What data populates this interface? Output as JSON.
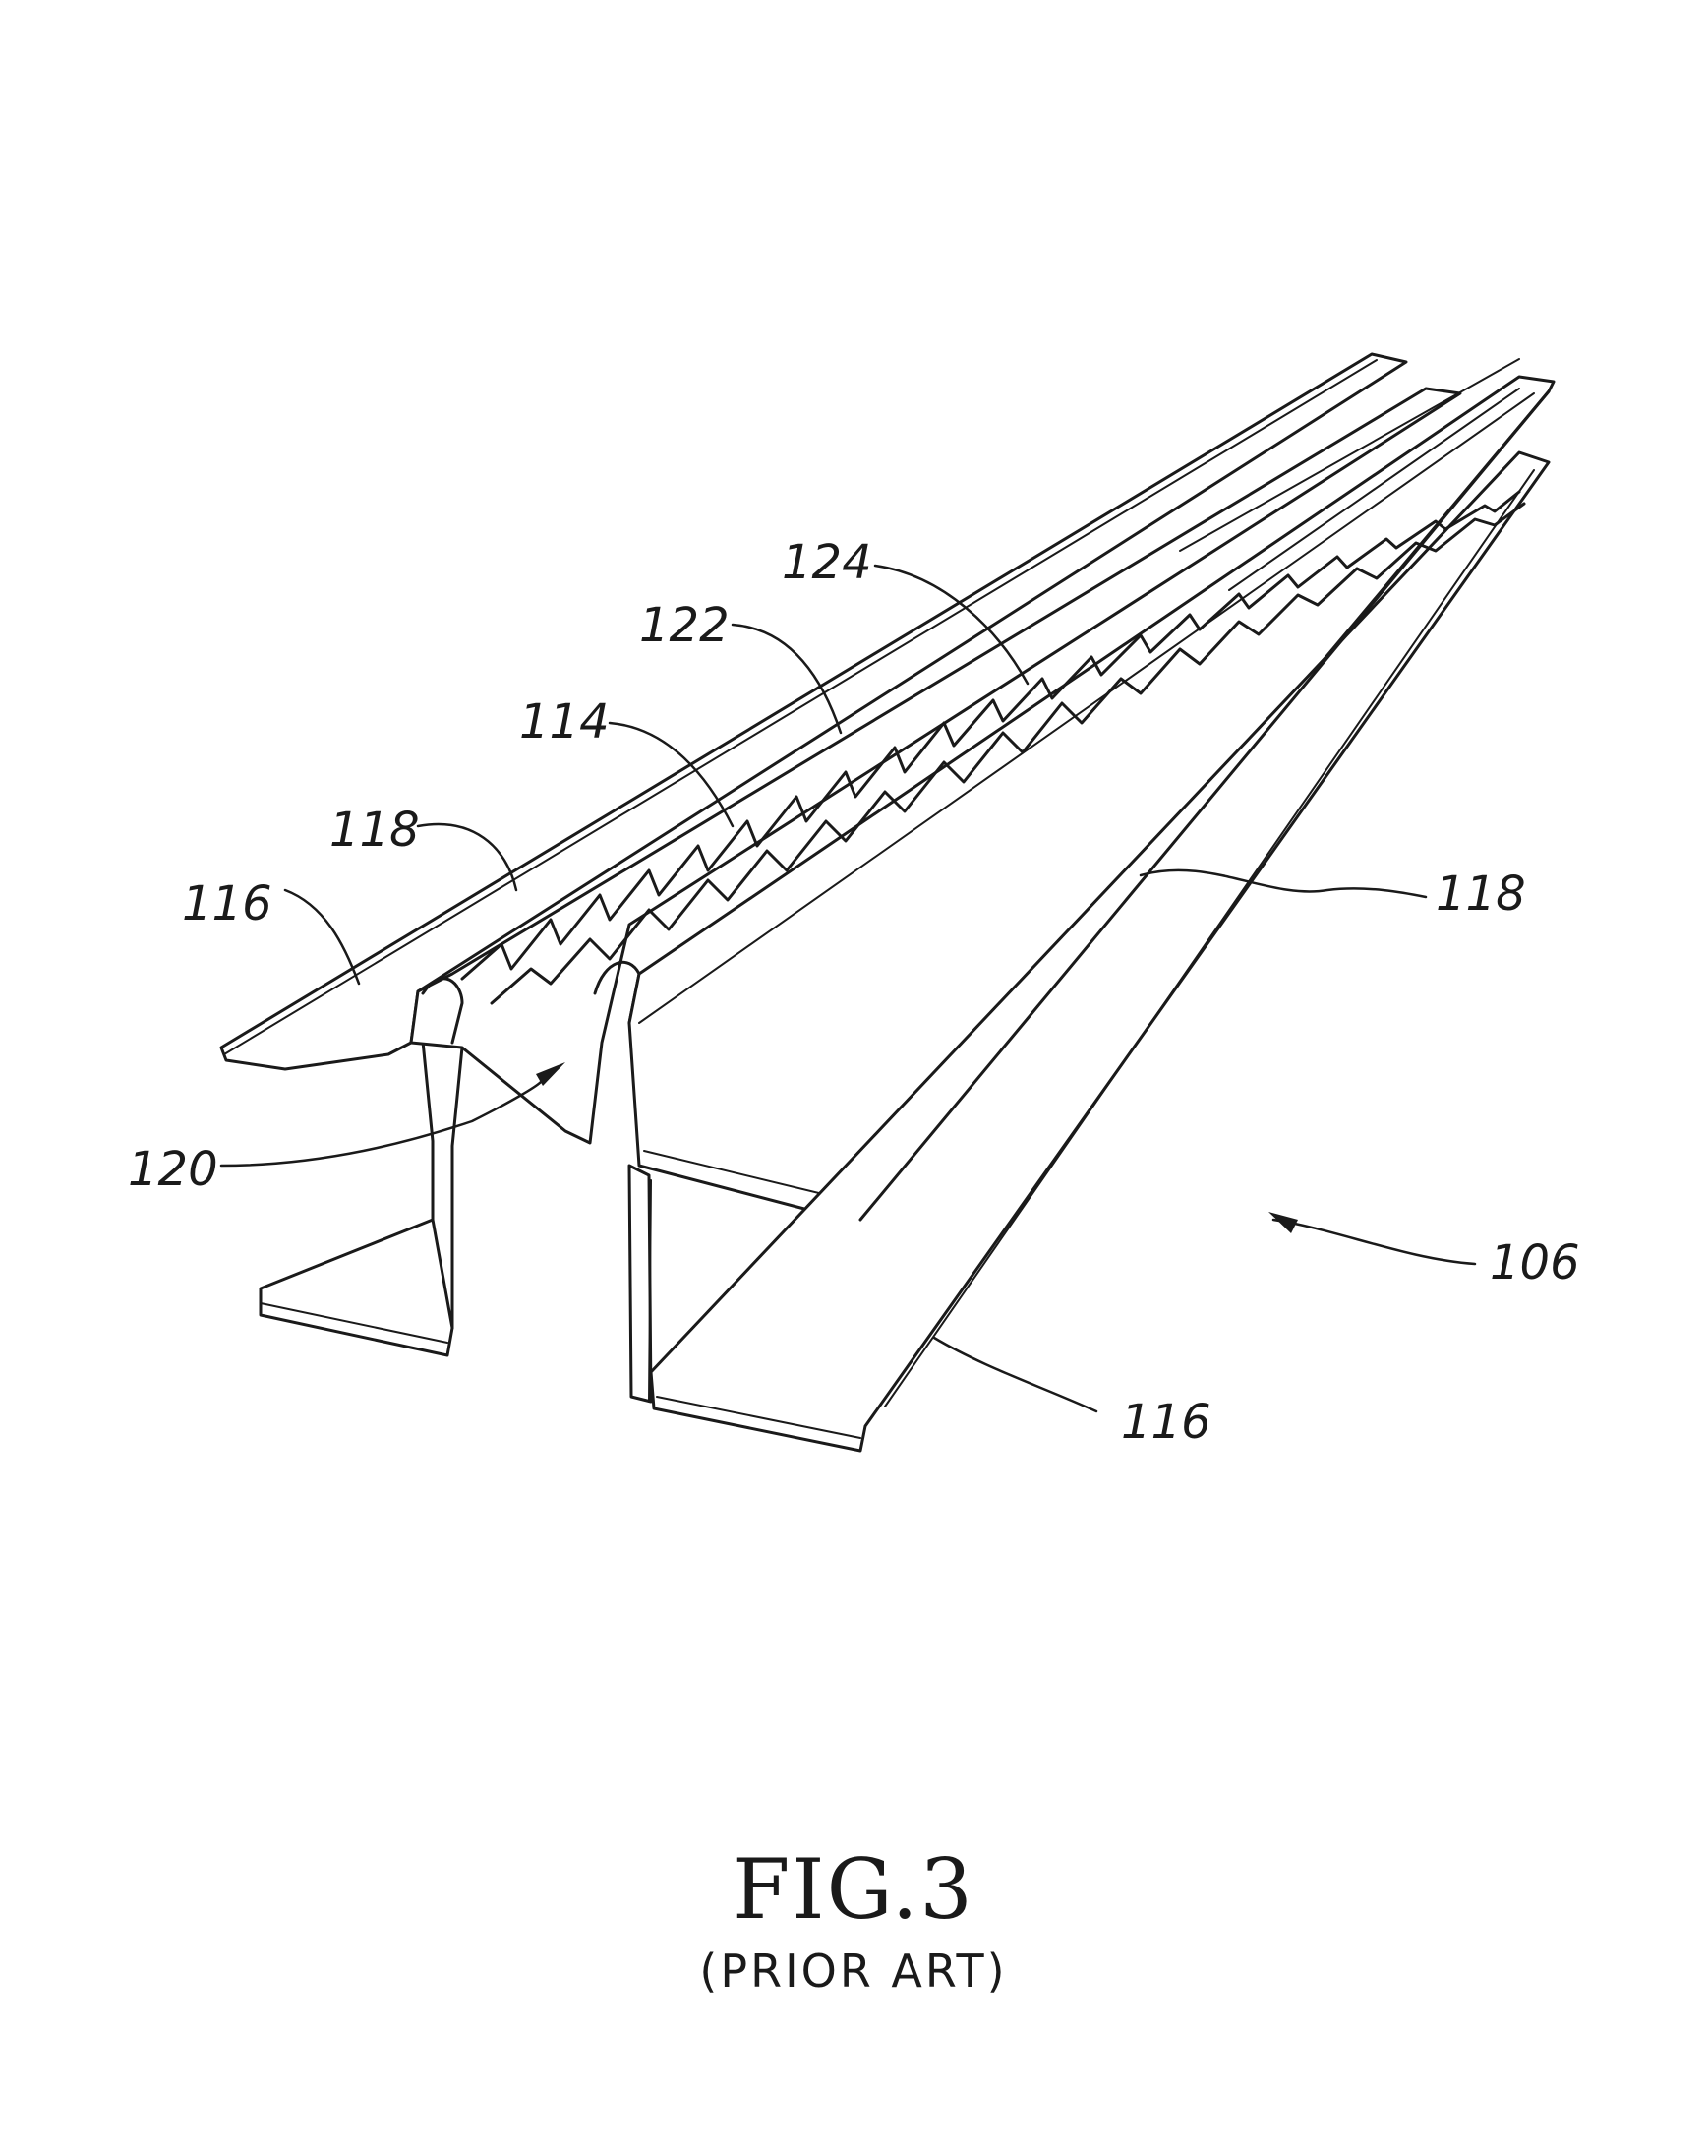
{
  "figure": {
    "title": "FIG.3",
    "subtitle": "(PRIOR ART)"
  },
  "reference_numerals": {
    "outer_flange_left": "116",
    "outer_flange_bottom": "116",
    "top_plate_left": "118",
    "top_plate_right": "118",
    "channel": "120",
    "corrugated_strip": "114",
    "serrated_edge": "122",
    "serrated_tip": "124",
    "assembly": "106"
  }
}
